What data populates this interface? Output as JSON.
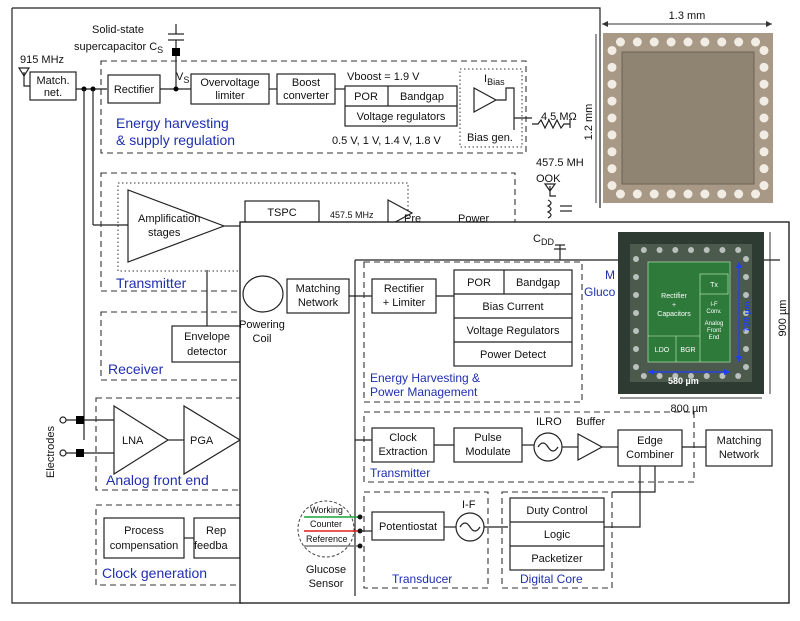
{
  "figure_a": {
    "supercap": "Solid-state",
    "supercap2": "supercapacitor C",
    "supercap_sub": "S",
    "rf_in": "915 MHz",
    "match_net": [
      "Match.",
      "net."
    ],
    "rectifier": "Rectifier",
    "vs": "V",
    "vs_sub": "S",
    "overvoltage": [
      "Overvoltage",
      "limiter"
    ],
    "boost": [
      "Boost",
      "converter"
    ],
    "vboost": "Vboost = 1.9 V",
    "por": "POR",
    "bandgap": "Bandgap",
    "vregs": "Voltage regulators",
    "ibias": "I",
    "ibias_sub": "Bias",
    "bias_gen": "Bias gen.",
    "resistor": "4.5 MΩ",
    "voltages": "0.5 V, 1 V, 1.4 V, 1.8 V",
    "eh_label": [
      "Energy harvesting",
      "& supply regulation"
    ],
    "ook": [
      "457.5 MH",
      "OOK"
    ],
    "amp_stages": [
      "Amplification",
      "stages"
    ],
    "tspc": "TSPC",
    "tspc_freq": "457.5 MHz",
    "pre": "Pre",
    "power": "Power",
    "transmitter": "Transmitter",
    "envelope": [
      "Envelope",
      "detector"
    ],
    "receiver": "Receiver",
    "electrodes": "Electrodes",
    "lna": "LNA",
    "pga": "PGA",
    "afe": "Analog  front end",
    "process": [
      "Process",
      "compensation"
    ],
    "rep": [
      "Rep",
      "feedba"
    ],
    "clock_gen": "Clock  generation"
  },
  "die_a": {
    "width": "1.3 mm",
    "height": "1.2 mm"
  },
  "figure_b": {
    "cdd": "C",
    "cdd_sub": "DD",
    "matching_network": [
      "Matching",
      "Network"
    ],
    "powering_coil": [
      "Powering",
      "Coil"
    ],
    "rect_limiter": [
      "Rectifier",
      "+ Limiter"
    ],
    "por": "POR",
    "bandgap": "Bandgap",
    "bias_current": "Bias Current",
    "vregs": "Voltage Regulators",
    "power_detect": "Power Detect",
    "ehpm": [
      "Energy Harvesting &",
      "Power Management"
    ],
    "gluco": [
      "M",
      "Gluco"
    ],
    "clock_extraction": [
      "Clock",
      "Extraction"
    ],
    "pulse_modulate": [
      "Pulse",
      "Modulate"
    ],
    "ilro": "ILRO",
    "buffer": "Buffer",
    "edge_combiner": [
      "Edge",
      "Combiner"
    ],
    "matching_network_out": [
      "Matching",
      "Network"
    ],
    "transmitter": "Transmitter",
    "potentiostat": "Potentiostat",
    "if_label": "I-F",
    "duty_control": "Duty Control",
    "logic": "Logic",
    "packetizer": "Packetizer",
    "transducer": "Transducer",
    "digital_core": "Digital Core",
    "electrodes": [
      {
        "label": "Working",
        "color": "#1aa33a"
      },
      {
        "label": "Counter",
        "color": "#e01e1e"
      },
      {
        "label": "Reference",
        "color": "#777777"
      }
    ],
    "glucose_sensor": [
      "Glucose",
      "Sensor"
    ]
  },
  "die_b": {
    "rectifier_caps": [
      "Rectifier",
      "+",
      "Capacitors"
    ],
    "tx": "Tx",
    "if_conv": [
      "I-F",
      "Conv."
    ],
    "analog_fe": [
      "Analog",
      "Front",
      "End"
    ],
    "ldo": "LDO",
    "bgr": "BGR",
    "dim_580": "580 µm",
    "dim_720": "720 µm",
    "dim_800": "800 µm",
    "dim_900": "900 µm"
  }
}
